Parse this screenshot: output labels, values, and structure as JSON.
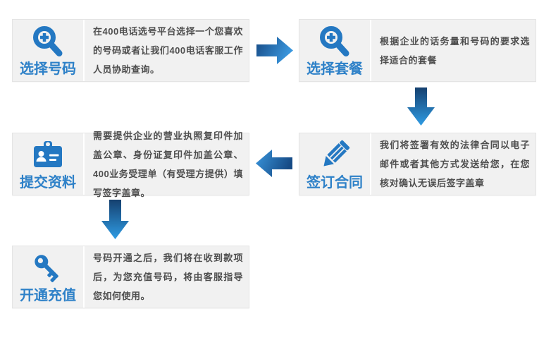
{
  "flow": {
    "title_hint": "400-number service activation process flowchart",
    "colors": {
      "card_background": "#f1f1f1",
      "card_border": "#e4e4e4",
      "panel_divider": "#ffffff",
      "accent_blue": "#2e81c8",
      "icon_blue": "#2478c2",
      "body_text": "#4e4e4e",
      "arrow_dark": "#164a85",
      "arrow_light": "#3a97de"
    },
    "steps": [
      {
        "label": "选择号码",
        "icon": "zoom-in-icon",
        "description": "在400电话选号平台选择一个您喜欢的号码或者让我们400电话客服工作人员协助查询。"
      },
      {
        "label": "选择套餐",
        "icon": "zoom-in-icon",
        "description": "根据企业的话务量和号码的要求选择适合的套餐"
      },
      {
        "label": "签订合同",
        "icon": "pencil-icon",
        "description": "我们将签署有效的法律合同以电子邮件或者其他方式发送给您，在您核对确认无误后签字盖章"
      },
      {
        "label": "提交资料",
        "icon": "id-badge-icon",
        "description": "需要提供企业的营业执照复印件加盖公章、身份证复印件加盖公章、400业务受理单（有受理方提供）填写签字盖章。"
      },
      {
        "label": "开通充值",
        "icon": "key-icon",
        "description": "号码开通之后，我们将在收到款项后，为您充值号码，将由客服指导您如何使用。"
      }
    ],
    "arrows": [
      {
        "from": 1,
        "to": 2,
        "direction": "right"
      },
      {
        "from": 2,
        "to": 3,
        "direction": "down"
      },
      {
        "from": 3,
        "to": 4,
        "direction": "left"
      },
      {
        "from": 4,
        "to": 5,
        "direction": "down"
      }
    ]
  }
}
